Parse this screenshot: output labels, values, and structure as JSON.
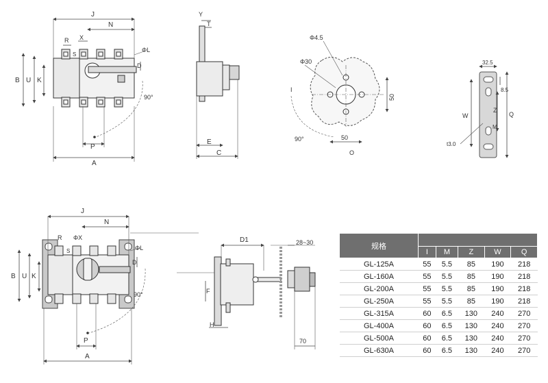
{
  "top_front": {
    "labels": {
      "J": "J",
      "N": "N",
      "R": "R",
      "X": "X",
      "S": "S",
      "phiL": "ΦL",
      "D": "D",
      "B": "B",
      "U": "U",
      "K": "K",
      "P": "P",
      "A": "A",
      "angle": "90°"
    }
  },
  "top_side": {
    "labels": {
      "Y": "Y",
      "T": "T",
      "E": "E",
      "C": "C"
    }
  },
  "top_panel": {
    "labels": {
      "hole": "Φ4.5",
      "bore": "Φ30",
      "dim_vertical": "50",
      "dim_horizontal": "50",
      "I": "I",
      "O": "O",
      "angle": "90°"
    }
  },
  "top_bracket": {
    "labels": {
      "top": "32.5",
      "right": "8.5",
      "W": "W",
      "Z": "Z",
      "Q": "Q",
      "M": "M",
      "thickness": "t3.0"
    }
  },
  "bottom_front": {
    "labels": {
      "J": "J",
      "N": "N",
      "R": "R",
      "X": "ΦX",
      "S": "S",
      "phiL": "ΦL",
      "D": "D",
      "B": "B",
      "U": "U",
      "K": "K",
      "P": "P",
      "A": "A",
      "angle": "90°"
    }
  },
  "bottom_side": {
    "labels": {
      "D1": "D1",
      "range": "28~30",
      "F": "F",
      "H": "H",
      "dim70": "70"
    }
  },
  "spec_table": {
    "model_header": "规格",
    "columns": [
      "I",
      "M",
      "Z",
      "W",
      "Q"
    ],
    "rows": [
      {
        "model": "GL-125A",
        "I": "55",
        "M": "5.5",
        "Z": "85",
        "W": "190",
        "Q": "218"
      },
      {
        "model": "GL-160A",
        "I": "55",
        "M": "5.5",
        "Z": "85",
        "W": "190",
        "Q": "218"
      },
      {
        "model": "GL-200A",
        "I": "55",
        "M": "5.5",
        "Z": "85",
        "W": "190",
        "Q": "218"
      },
      {
        "model": "GL-250A",
        "I": "55",
        "M": "5.5",
        "Z": "85",
        "W": "190",
        "Q": "218"
      },
      {
        "model": "GL-315A",
        "I": "60",
        "M": "6.5",
        "Z": "130",
        "W": "240",
        "Q": "270"
      },
      {
        "model": "GL-400A",
        "I": "60",
        "M": "6.5",
        "Z": "130",
        "W": "240",
        "Q": "270"
      },
      {
        "model": "GL-500A",
        "I": "60",
        "M": "6.5",
        "Z": "130",
        "W": "240",
        "Q": "270"
      },
      {
        "model": "GL-630A",
        "I": "60",
        "M": "6.5",
        "Z": "130",
        "W": "240",
        "Q": "270"
      }
    ]
  }
}
